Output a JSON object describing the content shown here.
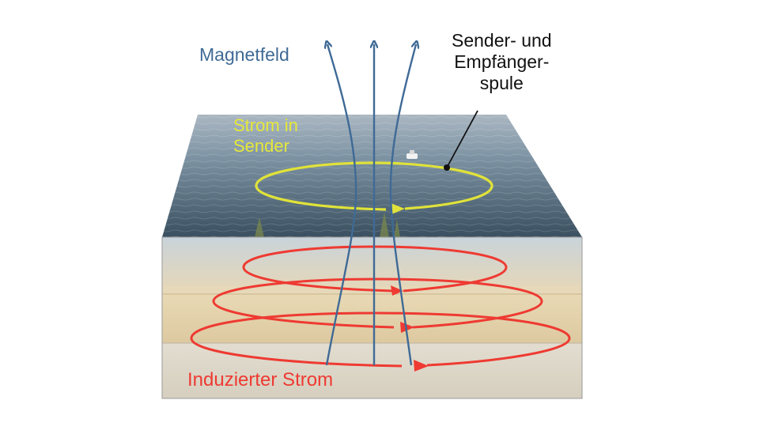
{
  "labels": {
    "magnetic_field": "Magnetfeld",
    "coil": [
      "Sender- und",
      "Empfänger-",
      "spule"
    ],
    "transmitter_current": [
      "Strom in",
      "Sender"
    ],
    "induced_current": "Induzierter Strom"
  },
  "colors": {
    "field": "#3f6a96",
    "transmitter": "#e0e23a",
    "induced": "#ee3a32",
    "water_top": "#8a9fae",
    "water_bottom": "#3a5262",
    "sand": "#e5d4b0",
    "ground": "#dcd6c8",
    "text": "#111111"
  },
  "layers": [
    "water",
    "transition",
    "sand",
    "sediment",
    "ground"
  ]
}
